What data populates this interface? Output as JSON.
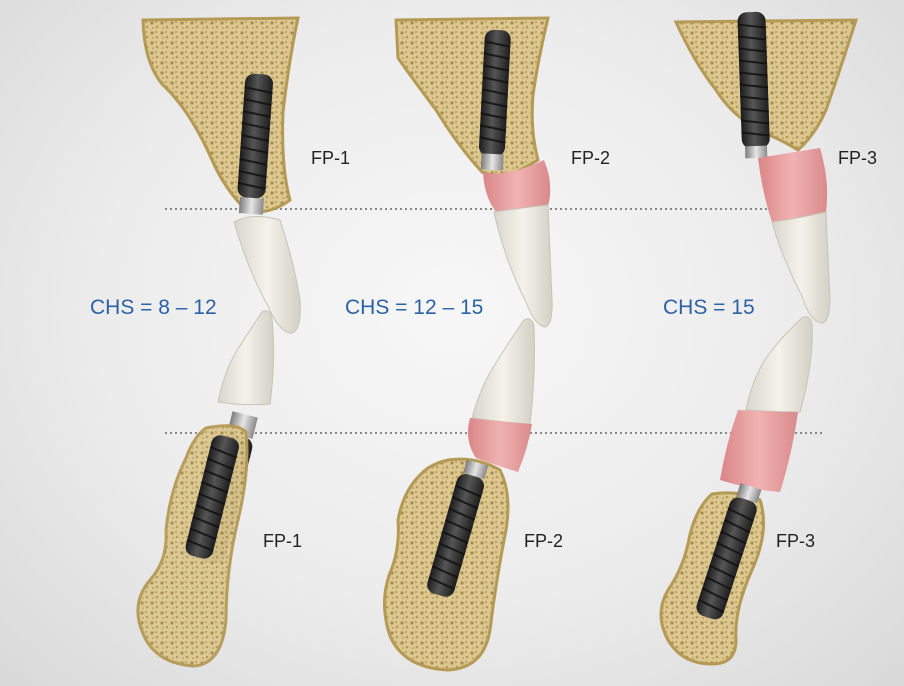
{
  "labels": {
    "upper": [
      "FP-1",
      "FP-2",
      "FP-3"
    ],
    "lower": [
      "FP-1",
      "FP-2",
      "FP-3"
    ]
  },
  "chs": [
    "CHS = 8 – 12",
    "CHS = 12 – 15",
    "CHS = 15"
  ],
  "colors": {
    "chs_text": "#2b62a6",
    "label_text": "#222222",
    "bone": "#d8c184",
    "implant": "#2a2a2a",
    "gingiva": "#e89d9d",
    "tooth": "#ece9df",
    "dotted_line": "#888888"
  }
}
